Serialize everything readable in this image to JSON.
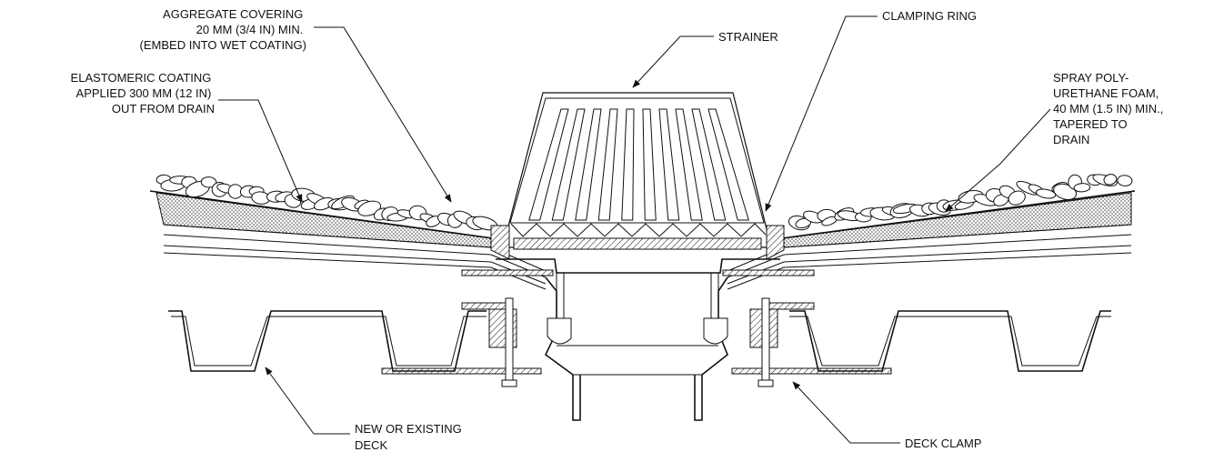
{
  "labels": {
    "aggregate": [
      "AGGREGATE COVERING",
      "20 MM (3/4 IN) MIN.",
      "(EMBED INTO WET COATING)"
    ],
    "elastomeric": [
      "ELASTOMERIC COATING",
      "APPLIED 300 MM (12 IN)",
      "OUT FROM DRAIN"
    ],
    "strainer": [
      "STRAINER"
    ],
    "clamping_ring": [
      "CLAMPING RING"
    ],
    "foam": [
      "SPRAY POLY-",
      "URETHANE FOAM,",
      "40 MM (1.5 IN) MIN.,",
      "TAPERED TO",
      "DRAIN"
    ],
    "deck": [
      "NEW OR EXISTING",
      "DECK"
    ],
    "deck_clamp": [
      "DECK CLAMP"
    ]
  },
  "colors": {
    "ink": "#111111",
    "paper": "#ffffff"
  }
}
